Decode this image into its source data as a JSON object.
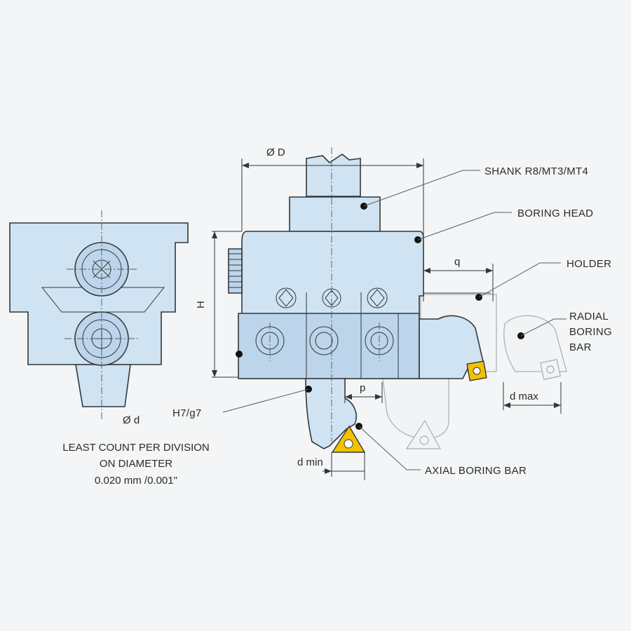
{
  "labels": {
    "shank": "SHANK R8/MT3/MT4",
    "boring_head": "BORING HEAD",
    "holder": "HOLDER",
    "radial_line1": "RADIAL",
    "radial_line2": "BORING",
    "radial_line3": "BAR",
    "axial": "AXIAL BORING BAR",
    "fit": "H7/g7"
  },
  "dimensions": {
    "outer_dia": "Ø D",
    "height": "H",
    "q": "q",
    "p": "p",
    "d_max": "d max",
    "d_min": "d min",
    "bore_dia": "Ø d"
  },
  "note": {
    "line1": "LEAST COUNT PER DIVISION",
    "line2": "ON DIAMETER",
    "line3": "0.020 mm /0.001\""
  },
  "colors": {
    "body_fill": "#cfe3f2",
    "insert": "#f2c200",
    "background": "#f3f5f6"
  }
}
